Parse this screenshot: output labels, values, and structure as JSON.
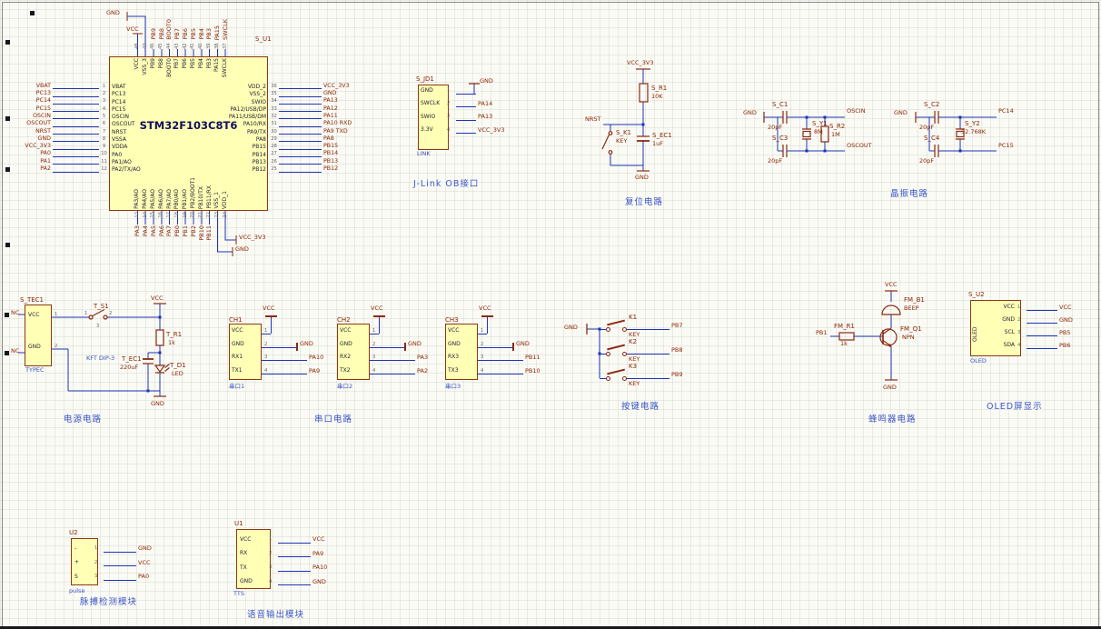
{
  "colors": {
    "body_fill": "#FFFFB5",
    "body_border": "#8B3A10",
    "wire": "#1D35B4",
    "symbol": "#8A2A12",
    "net_text": "#8A2500",
    "blue_text": "#3A4FC0",
    "title_text": "#3A56C8"
  },
  "titles": {
    "jlink": "J-Link OB接口",
    "reset": "复位电路",
    "crystal": "晶振电路",
    "power": "电源电路",
    "serial": "串口电路",
    "keys": "按键电路",
    "buzzer": "蜂鸣器电路",
    "oled": "OLED屏显示",
    "pulse": "脉搏检测模块",
    "tts": "语音输出模块"
  },
  "mcu": {
    "designator": "S_U1",
    "title": "STM32F103C8T6",
    "top_gnd": "GND",
    "top_vcc": "VCC",
    "bot_vcc": "VCC_3V3",
    "bot_gnd": "GND",
    "left_pins": [
      {
        "net": "VBAT",
        "num": "1",
        "name": "VBAT"
      },
      {
        "net": "PC13",
        "num": "2",
        "name": "PC13"
      },
      {
        "net": "PC14",
        "num": "3",
        "name": "PC14"
      },
      {
        "net": "PC15",
        "num": "4",
        "name": "PC15"
      },
      {
        "net": "OSCIN",
        "num": "5",
        "name": "OSCIN"
      },
      {
        "net": "OSCOUT",
        "num": "6",
        "name": "OSCOUT"
      },
      {
        "net": "NRST",
        "num": "7",
        "name": "NRST"
      },
      {
        "net": "GND",
        "num": "8",
        "name": "VSSA"
      },
      {
        "net": "VCC_3V3",
        "num": "9",
        "name": "VDDA"
      },
      {
        "net": "PA0",
        "num": "10",
        "name": "PA0"
      },
      {
        "net": "PA1",
        "num": "11",
        "name": "PA1/AO"
      },
      {
        "net": "PA2",
        "num": "12",
        "name": "PA2/TX/AO"
      }
    ],
    "right_pins": [
      {
        "num": "36",
        "name": "VDD_2",
        "net": "VCC_3V3"
      },
      {
        "num": "35",
        "name": "VSS_2",
        "net": "GND"
      },
      {
        "num": "34",
        "name": "SWIO",
        "net": "PA13"
      },
      {
        "num": "33",
        "name": "PA12/USB/DP",
        "net": "PA12"
      },
      {
        "num": "32",
        "name": "PA11/USB/DM",
        "net": "PA11"
      },
      {
        "num": "31",
        "name": "PA10/RX",
        "net": "PA10 RXD"
      },
      {
        "num": "30",
        "name": "PA9/TX",
        "net": "PA9 TXD"
      },
      {
        "num": "29",
        "name": "PA8",
        "net": "PA8"
      },
      {
        "num": "28",
        "name": "PB15",
        "net": "PB15"
      },
      {
        "num": "27",
        "name": "PB14",
        "net": "PB14"
      },
      {
        "num": "26",
        "name": "PB13",
        "net": "PB13"
      },
      {
        "num": "25",
        "name": "PB12",
        "net": "PB12"
      }
    ],
    "top_pins": [
      {
        "net": "",
        "num": "48",
        "name": "VCC"
      },
      {
        "net": "",
        "num": "47",
        "name": "VSS_3"
      },
      {
        "net": "PB9",
        "num": "46",
        "name": "PB9"
      },
      {
        "net": "PB8",
        "num": "45",
        "name": "PB8"
      },
      {
        "net": "BOOT0",
        "num": "44",
        "name": "BOOT0"
      },
      {
        "net": "PB7",
        "num": "43",
        "name": "PB7"
      },
      {
        "net": "PB6",
        "num": "42",
        "name": "PB6"
      },
      {
        "net": "PB5",
        "num": "41",
        "name": "PB5"
      },
      {
        "net": "PB4",
        "num": "40",
        "name": "PB4"
      },
      {
        "net": "PB3",
        "num": "39",
        "name": "PB3"
      },
      {
        "net": "PA15",
        "num": "38",
        "name": "PA15"
      },
      {
        "net": "SWCLK",
        "num": "37",
        "name": "SWCLK"
      }
    ],
    "bottom_pins": [
      {
        "net": "PA3",
        "num": "13",
        "name": "PA3/AO"
      },
      {
        "net": "PA4",
        "num": "14",
        "name": "PA4/AO"
      },
      {
        "net": "PA5",
        "num": "15",
        "name": "PA5/AO"
      },
      {
        "net": "PA6",
        "num": "16",
        "name": "PA6/AO"
      },
      {
        "net": "PA7",
        "num": "17",
        "name": "PA7/AO"
      },
      {
        "net": "PB0",
        "num": "18",
        "name": "PB0/AO"
      },
      {
        "net": "PB1",
        "num": "19",
        "name": "PB1/AO"
      },
      {
        "net": "PB2",
        "num": "20",
        "name": "PB2/BOOT1"
      },
      {
        "net": "PB10",
        "num": "21",
        "name": "PB10/TX"
      },
      {
        "net": "PB11",
        "num": "22",
        "name": "PB11/RX"
      },
      {
        "net": "",
        "num": "23",
        "name": "VSS_1"
      },
      {
        "net": "",
        "num": "24",
        "name": "VDD_1"
      }
    ]
  },
  "jlink": {
    "designator": "S_JD1",
    "part": "LINK",
    "gnd_label": "GND",
    "pins": [
      {
        "name": "GND",
        "num": "1",
        "net": ""
      },
      {
        "name": "SWCLK",
        "num": "2",
        "net": "PA14"
      },
      {
        "name": "SWIO",
        "num": "3",
        "net": "PA13"
      },
      {
        "name": "3.3V",
        "num": "4",
        "net": "VCC_3V3"
      }
    ]
  },
  "reset": {
    "vcc_net": "VCC_3V3",
    "r_ref": "S_R1",
    "r_val": "10K",
    "nrst_net": "NRST",
    "key_ref": "S_K1",
    "key_val": "KEY",
    "cap_ref": "S_EC1",
    "cap_val": "1uF",
    "gnd": "GND"
  },
  "crystal": {
    "left_gnd": "GND",
    "c1_ref": "S_C1",
    "c1_val": "20pF",
    "c3_ref": "S_C3",
    "c3_val": "20pF",
    "y1_ref": "S_Y1",
    "y1_val": "8M",
    "r2_ref": "S_R2",
    "r2_val": "1M",
    "net_oscin": "OSCIN",
    "net_oscout": "OSCOUT",
    "right_gnd": "GND",
    "c2_ref": "S_C2",
    "c2_val": "20pF",
    "c4_ref": "S_C4",
    "c4_val": "20pF",
    "y2_ref": "S_Y2",
    "y2_val": "32.768K",
    "net_pc14": "PC14",
    "net_pc15": "PC15"
  },
  "power": {
    "typec_ref": "S_TEC1",
    "typec_part": "TYPEC",
    "nc": "NC",
    "pin_vcc": "VCC",
    "pin_gnd": "GND",
    "typec_nums": [
      "1",
      "2"
    ],
    "switch_ref": "T_S1",
    "switch_part": "KFT DIP-3",
    "switch_nums": [
      "1",
      "2",
      "3"
    ],
    "vcc": "VCC",
    "r_ref": "T_R1",
    "r_val": "1k",
    "cap_ref": "T_EC1",
    "cap_val": "220uF",
    "led_ref": "T_D1",
    "led_val": "LED",
    "gnd": "GND"
  },
  "serial": {
    "vcc": "VCC",
    "gnd": "GND",
    "nums": [
      "1",
      "2",
      "3",
      "4"
    ],
    "ports": [
      {
        "ref": "CH1",
        "p1": "VCC",
        "p2": "GND",
        "p3": "RX1",
        "p4": "TX1",
        "n3": "PA10",
        "n4": "PA9",
        "label": "串口1"
      },
      {
        "ref": "CH2",
        "p1": "VCC",
        "p2": "GND",
        "p3": "RX2",
        "p4": "TX2",
        "n3": "PA3",
        "n4": "PA2",
        "label": "串口2"
      },
      {
        "ref": "CH3",
        "p1": "VCC",
        "p2": "GND",
        "p3": "RX3",
        "p4": "TX3",
        "n3": "PB11",
        "n4": "PB10",
        "label": "串口3"
      }
    ]
  },
  "keys": {
    "gnd": "GND",
    "items": [
      {
        "ref": "K1",
        "val": "KEY",
        "net": "PB7"
      },
      {
        "ref": "K2",
        "val": "KEY",
        "net": "PB8"
      },
      {
        "ref": "K3",
        "val": "KEY",
        "net": "PB9"
      }
    ]
  },
  "buzzer": {
    "vcc": "VCC",
    "beep_ref": "FM_B1",
    "beep_val": "BEEP",
    "in_net": "PB1",
    "r_ref": "FM_R1",
    "r_val": "1k",
    "q_ref": "FM_Q1",
    "q_val": "NPN",
    "gnd": "GND"
  },
  "oled": {
    "designator": "S_U2",
    "inside": "OLED",
    "part": "OLED",
    "pins": [
      {
        "name": "VCC",
        "num": "1",
        "net": "VCC"
      },
      {
        "name": "GND",
        "num": "2",
        "net": "GND"
      },
      {
        "name": "SCL",
        "num": "3",
        "net": "PB5"
      },
      {
        "name": "SDA",
        "num": "4",
        "net": "PB6"
      }
    ]
  },
  "pulse": {
    "designator": "U2",
    "part": "pulse",
    "pins": [
      {
        "name": "-",
        "num": "1",
        "net": "GND"
      },
      {
        "name": "+",
        "num": "2",
        "net": "VCC"
      },
      {
        "name": "S",
        "num": "3",
        "net": "PA0"
      }
    ]
  },
  "tts": {
    "designator": "U1",
    "part": "TTS",
    "pins": [
      {
        "name": "VCC",
        "num": "1",
        "net": "VCC"
      },
      {
        "name": "RX",
        "num": "2",
        "net": "PA9"
      },
      {
        "name": "TX",
        "num": "3",
        "net": "PA10"
      },
      {
        "name": "GND",
        "num": "4",
        "net": "GND"
      }
    ]
  }
}
